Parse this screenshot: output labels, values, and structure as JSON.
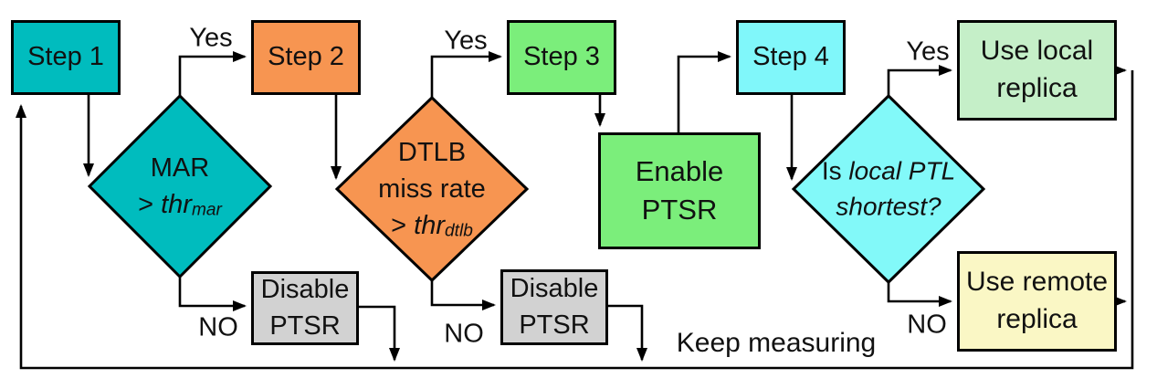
{
  "nodes": {
    "step1": {
      "label": "Step 1"
    },
    "step2": {
      "label": "Step 2"
    },
    "step3": {
      "label": "Step 3"
    },
    "step4": {
      "label": "Step 4"
    },
    "enable_ptsr": {
      "line1": "Enable",
      "line2": "PTSR"
    },
    "disable_ptsr_1": {
      "line1": "Disable",
      "line2": "PTSR"
    },
    "disable_ptsr_2": {
      "line1": "Disable",
      "line2": "PTSR"
    },
    "use_local_replica": {
      "line1": "Use local",
      "line2": "replica"
    },
    "use_remote_replica": {
      "line1": "Use remote",
      "line2": "replica"
    }
  },
  "decisions": {
    "mar": {
      "line1": "MAR",
      "op": ">",
      "var": "thr",
      "sub": "mar"
    },
    "dtlb": {
      "line1": "DTLB",
      "line2": "miss rate",
      "op": ">",
      "var": "thr",
      "sub": "dtlb"
    },
    "ptl": {
      "prefix": "Is",
      "italic1": "local PTL",
      "italic2": "shortest?"
    }
  },
  "edge_labels": {
    "yes1": "Yes",
    "yes2": "Yes",
    "yes3": "Yes",
    "no1": "NO",
    "no2": "NO",
    "no3": "NO"
  },
  "annotations": {
    "keep_measuring": "Keep measuring"
  },
  "colors": {
    "teal": "#00bcbe",
    "orange": "#f79551",
    "green": "#7bee7b",
    "cyan": "#80f7fa",
    "gray": "#d2d2d2",
    "pale_green": "#c5efc8",
    "pale_yellow": "#faf7c5",
    "line": "#000000"
  }
}
